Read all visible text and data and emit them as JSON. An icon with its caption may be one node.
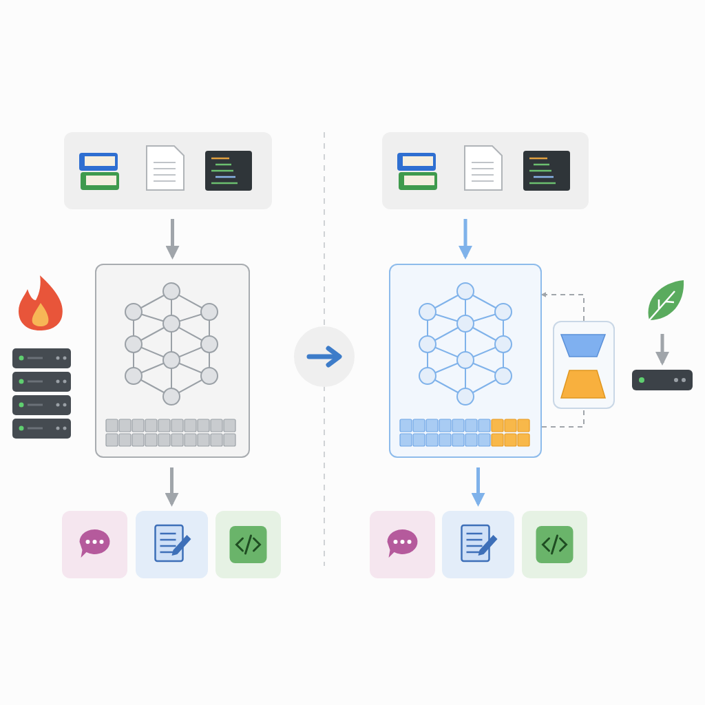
{
  "diagram": {
    "nodes": [
      {
        "text": [],
        "shape": "box"
      },
      {
        "text": [],
        "shape": "box"
      },
      {
        "text": [],
        "shape": "box"
      },
      {
        "text": [],
        "shape": "circle"
      },
      {
        "text": [],
        "shape": "box"
      },
      {
        "text": [],
        "shape": "box"
      },
      {
        "text": [],
        "shape": "leaf"
      },
      {
        "text": [],
        "shape": "box"
      },
      {
        "text": [],
        "shape": "box"
      },
      {
        "text": [],
        "shape": "box"
      },
      {
        "text": [],
        "shape": "box"
      },
      {
        "text": [],
        "shape": "box"
      },
      {
        "text": [],
        "shape": "box"
      },
      {
        "text": [],
        "shape": "box"
      }
    ],
    "edges": [
      {
        "from": 0,
        "to": 2,
        "arrow": "to"
      },
      {
        "from": 2,
        "to": 9,
        "arrow": "to"
      },
      {
        "from": 1,
        "to": 4,
        "arrow": "to",
        "color": "#7fb2ea"
      },
      {
        "from": 4,
        "to": 12,
        "arrow": "to",
        "color": "#7fb2ea"
      },
      {
        "from": 5,
        "to": 4,
        "arrow": "to",
        "style": "dashed"
      },
      {
        "from": 4,
        "to": 5,
        "arrow": "none",
        "style": "dashed"
      },
      {
        "from": 6,
        "to": 7,
        "arrow": "to"
      }
    ]
  }
}
